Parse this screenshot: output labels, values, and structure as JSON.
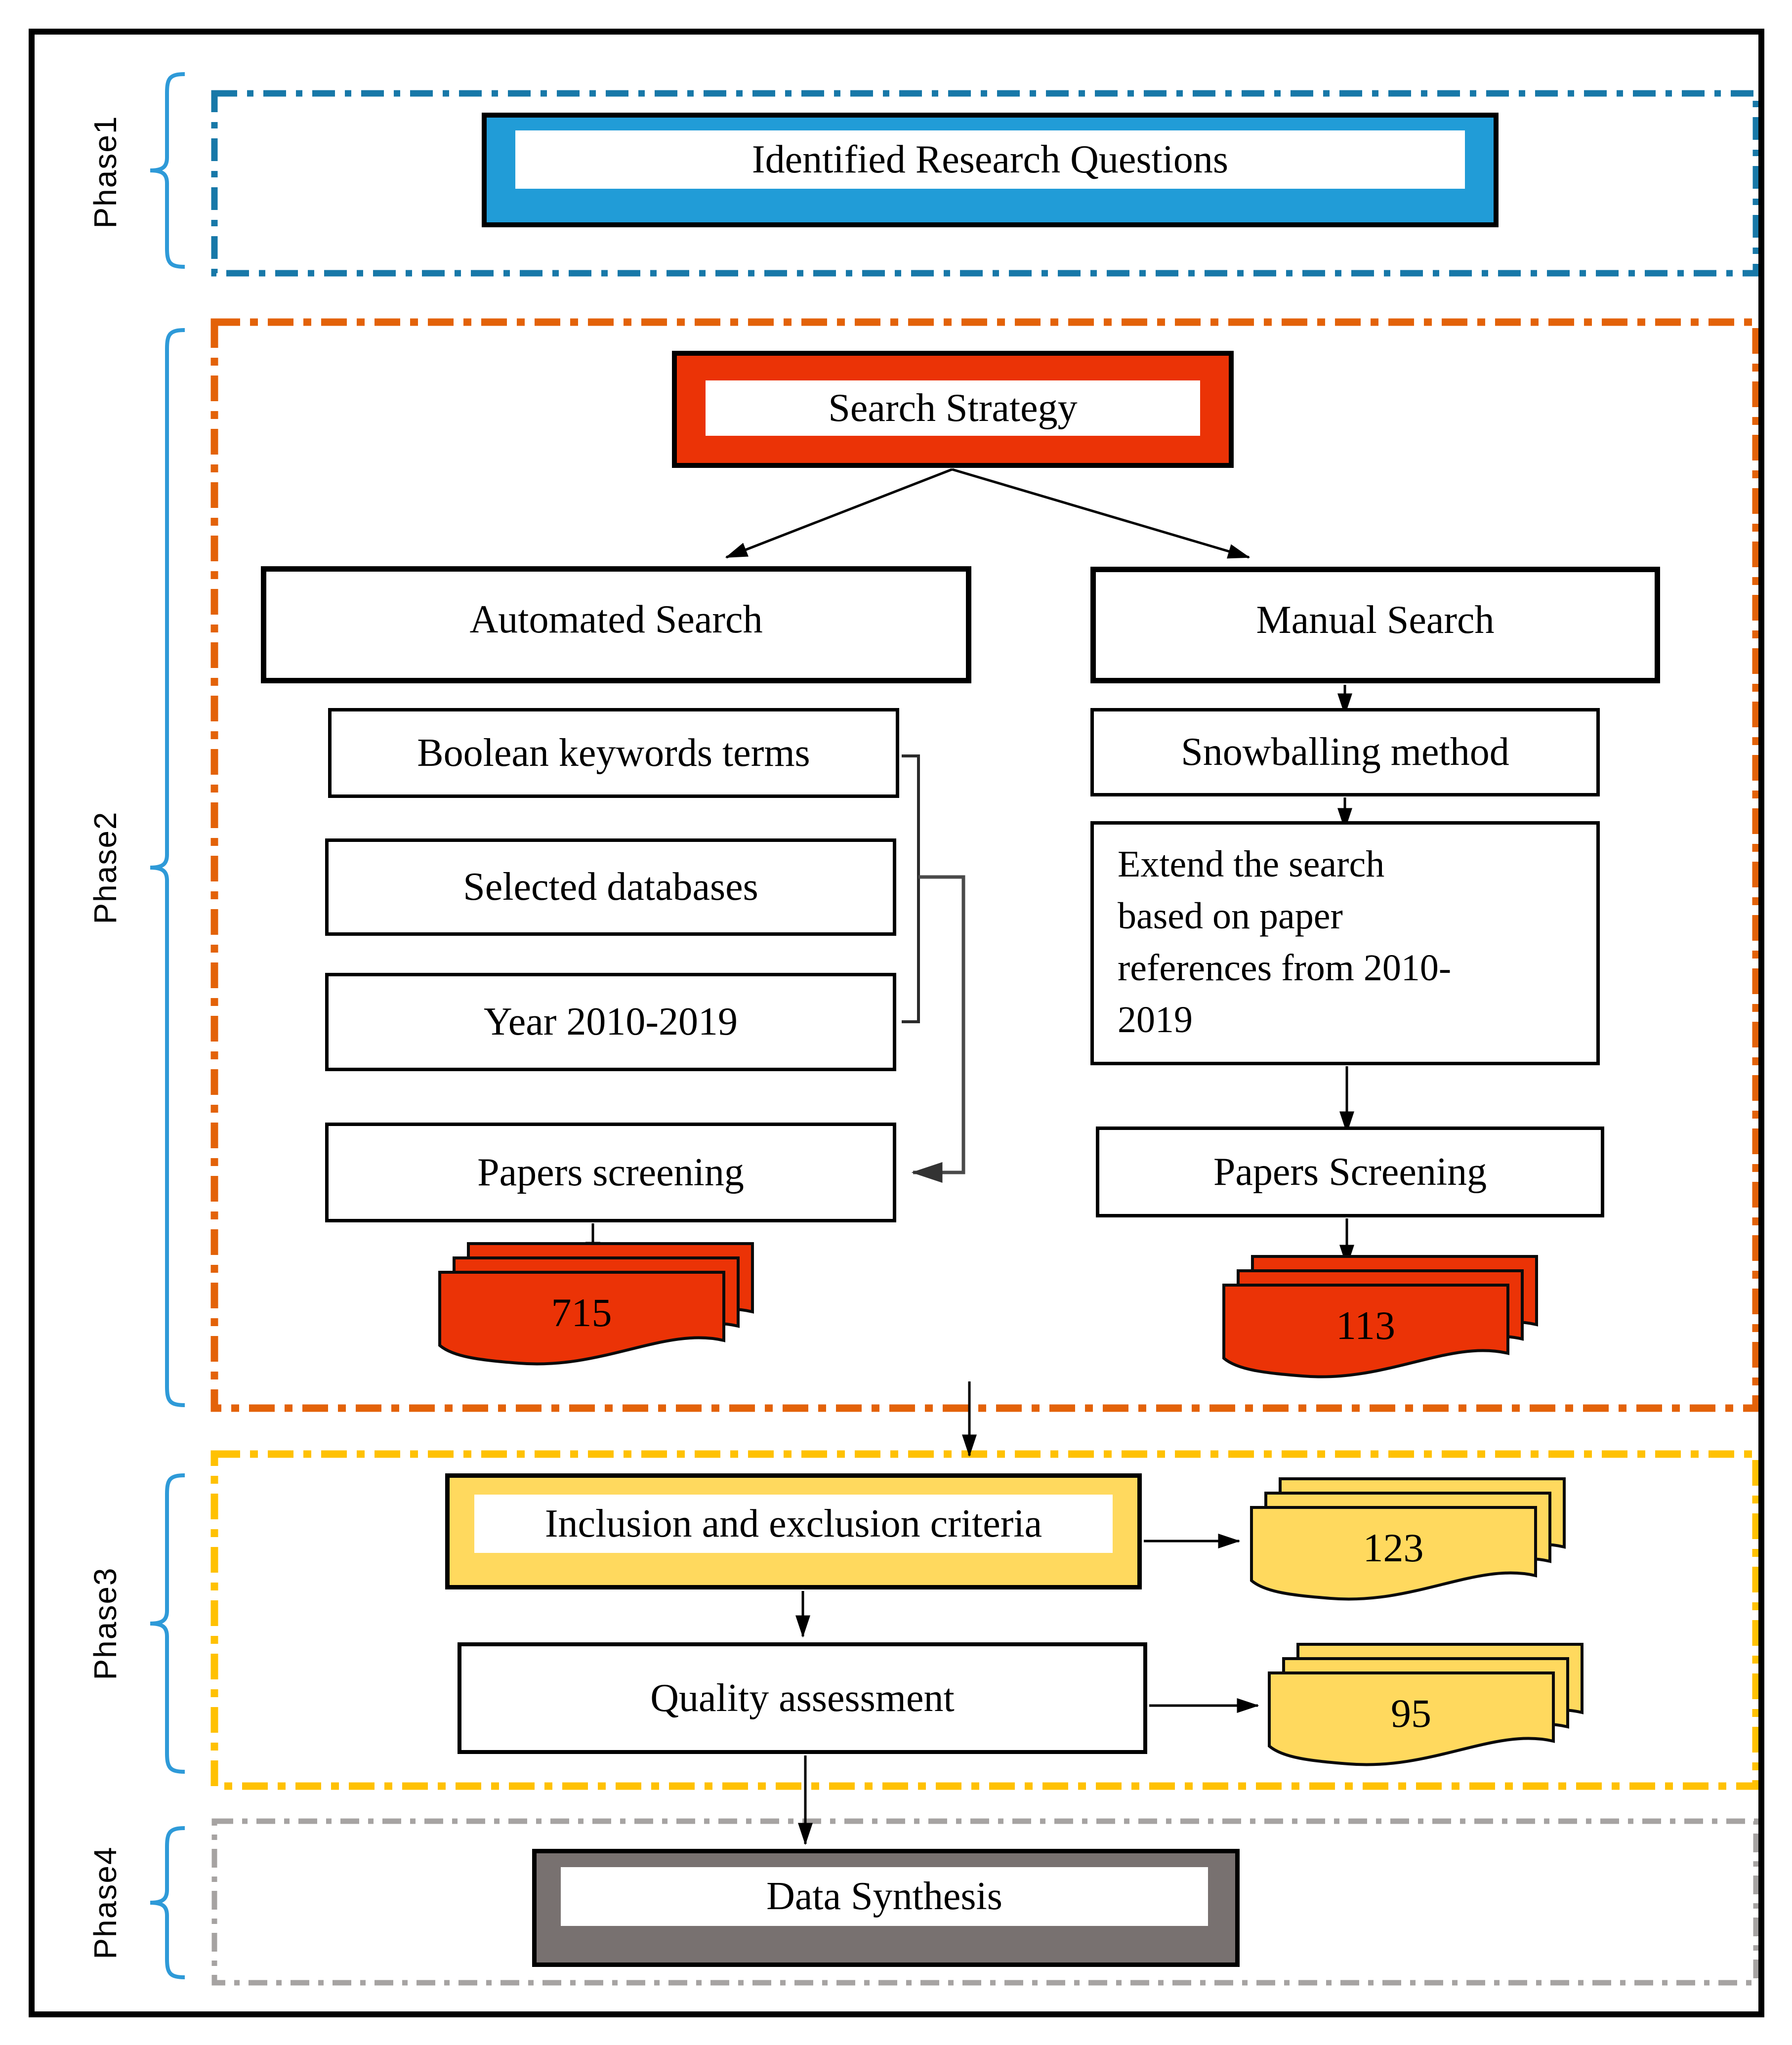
{
  "figure": {
    "type": "flowchart",
    "description": "Systematic literature review process in four phases"
  },
  "phases": [
    {
      "label": "Phase1"
    },
    {
      "label": "Phase2"
    },
    {
      "label": "Phase3"
    },
    {
      "label": "Phase4"
    }
  ],
  "boxes": {
    "identified_research_questions": "Identified Research Questions",
    "search_strategy": "Search Strategy",
    "automated_search": "Automated Search",
    "boolean_keywords": "Boolean keywords terms",
    "selected_databases": "Selected databases",
    "year_range": "Year 2010-2019",
    "papers_screening_left": "Papers screening",
    "manual_search": "Manual Search",
    "snowballing": "Snowballing method",
    "extend_search": "Extend the search\nbased on paper\nreferences from 2010-\n2019",
    "papers_screening_right": "Papers Screening",
    "inclusion_exclusion": "Inclusion and exclusion criteria",
    "quality_assessment": "Quality assessment",
    "data_synthesis": "Data Synthesis"
  },
  "counts": {
    "automated_screened": "715",
    "manual_screened": "113",
    "after_inclusion_exclusion": "123",
    "after_quality_assessment": "95"
  },
  "colors": {
    "phase1_fill": "#219CD7",
    "phase1_dash": "#1778A8",
    "phase2_fill": "#EB3306",
    "phase2_dash": "#E36209",
    "phase3_fill": "#FFD95E",
    "phase3_dash": "#FFC103",
    "phase4_fill": "#787170",
    "phase4_dash": "#A6A3A2",
    "brace_blue": "#2E9AD8"
  }
}
